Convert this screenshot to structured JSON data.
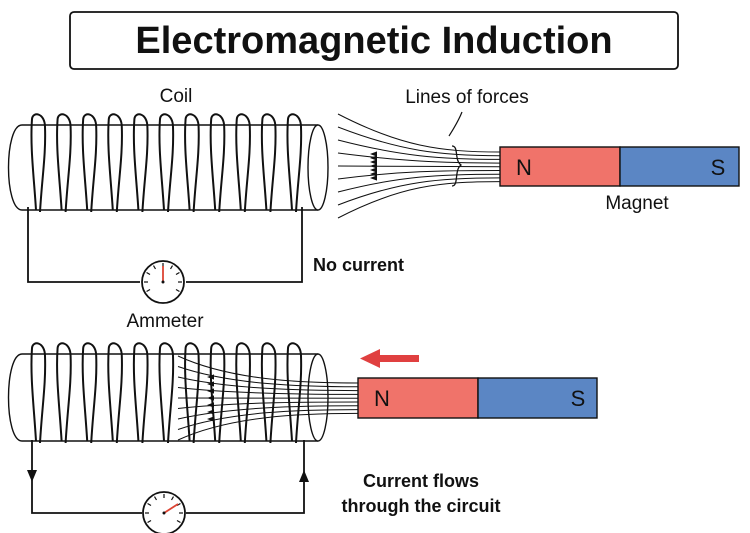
{
  "title": "Electromagnetic Induction",
  "top": {
    "coil_label": "Coil",
    "lines_label": "Lines of forces",
    "magnet_label": "Magnet",
    "status_label": "No current",
    "ammeter_label": "Ammeter",
    "north_label": "N",
    "south_label": "S"
  },
  "bottom": {
    "north_label": "N",
    "south_label": "S",
    "status_line1": "Current flows",
    "status_line2": "through the circuit"
  },
  "colors": {
    "north": "#f0736a",
    "south": "#5b86c4",
    "arrow": "#e04040",
    "line": "#111111"
  }
}
